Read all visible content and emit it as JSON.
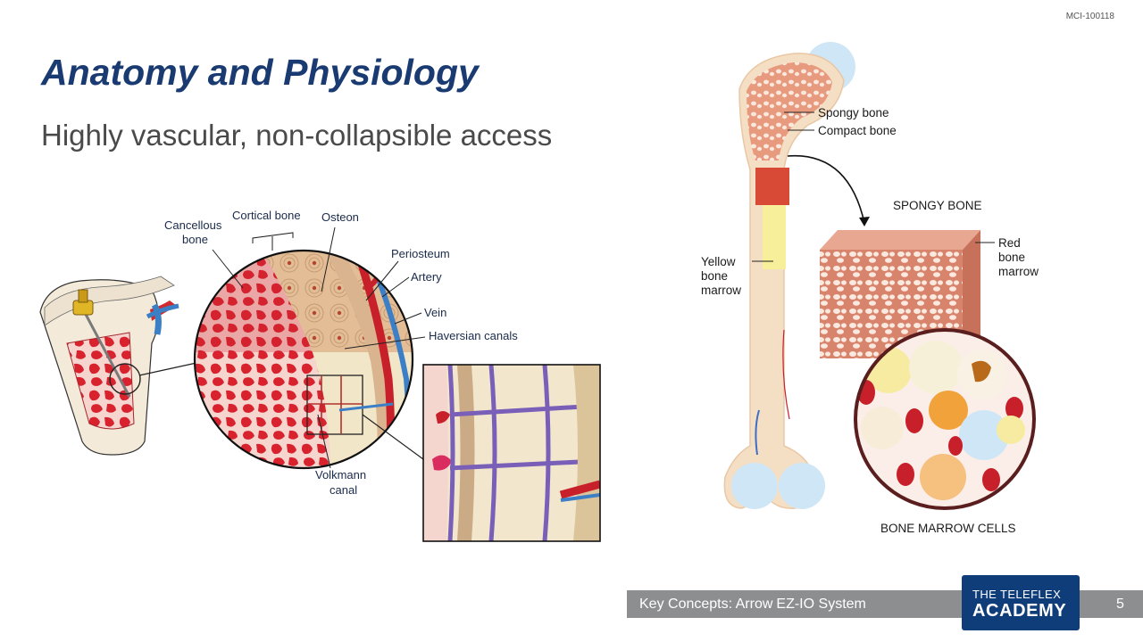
{
  "doc_id": "MCI-100118",
  "title": "Anatomy and Physiology",
  "subtitle": "Highly vascular, non-collapsible access",
  "left_diagram": {
    "labels": {
      "cortical_bone": "Cortical bone",
      "osteon": "Osteon",
      "cancellous_1": "Cancellous",
      "cancellous_2": "bone",
      "periosteum": "Periosteum",
      "artery": "Artery",
      "vein": "Vein",
      "haversian": "Haversian canals",
      "volkmann_1": "Volkmann",
      "volkmann_2": "canal"
    }
  },
  "right_diagram": {
    "labels": {
      "spongy_bone": "Spongy bone",
      "compact_bone": "Compact bone",
      "spongy_heading": "SPONGY BONE",
      "red_1": "Red",
      "red_2": "bone",
      "red_3": "marrow",
      "yellow_1": "Yellow",
      "yellow_2": "bone",
      "yellow_3": "marrow",
      "marrow_cells": "BONE MARROW CELLS"
    }
  },
  "footer": {
    "text_1": "Key Concepts: Arrow",
    "text_2": "EZ-IO System",
    "page_number": "5",
    "logo_line1": "THE TELEFLEX",
    "logo_line2": "ACADEMY"
  },
  "colors": {
    "title": "#1a3a72",
    "footer_bar": "#8d8e90",
    "logo": "#0f3d7a"
  }
}
